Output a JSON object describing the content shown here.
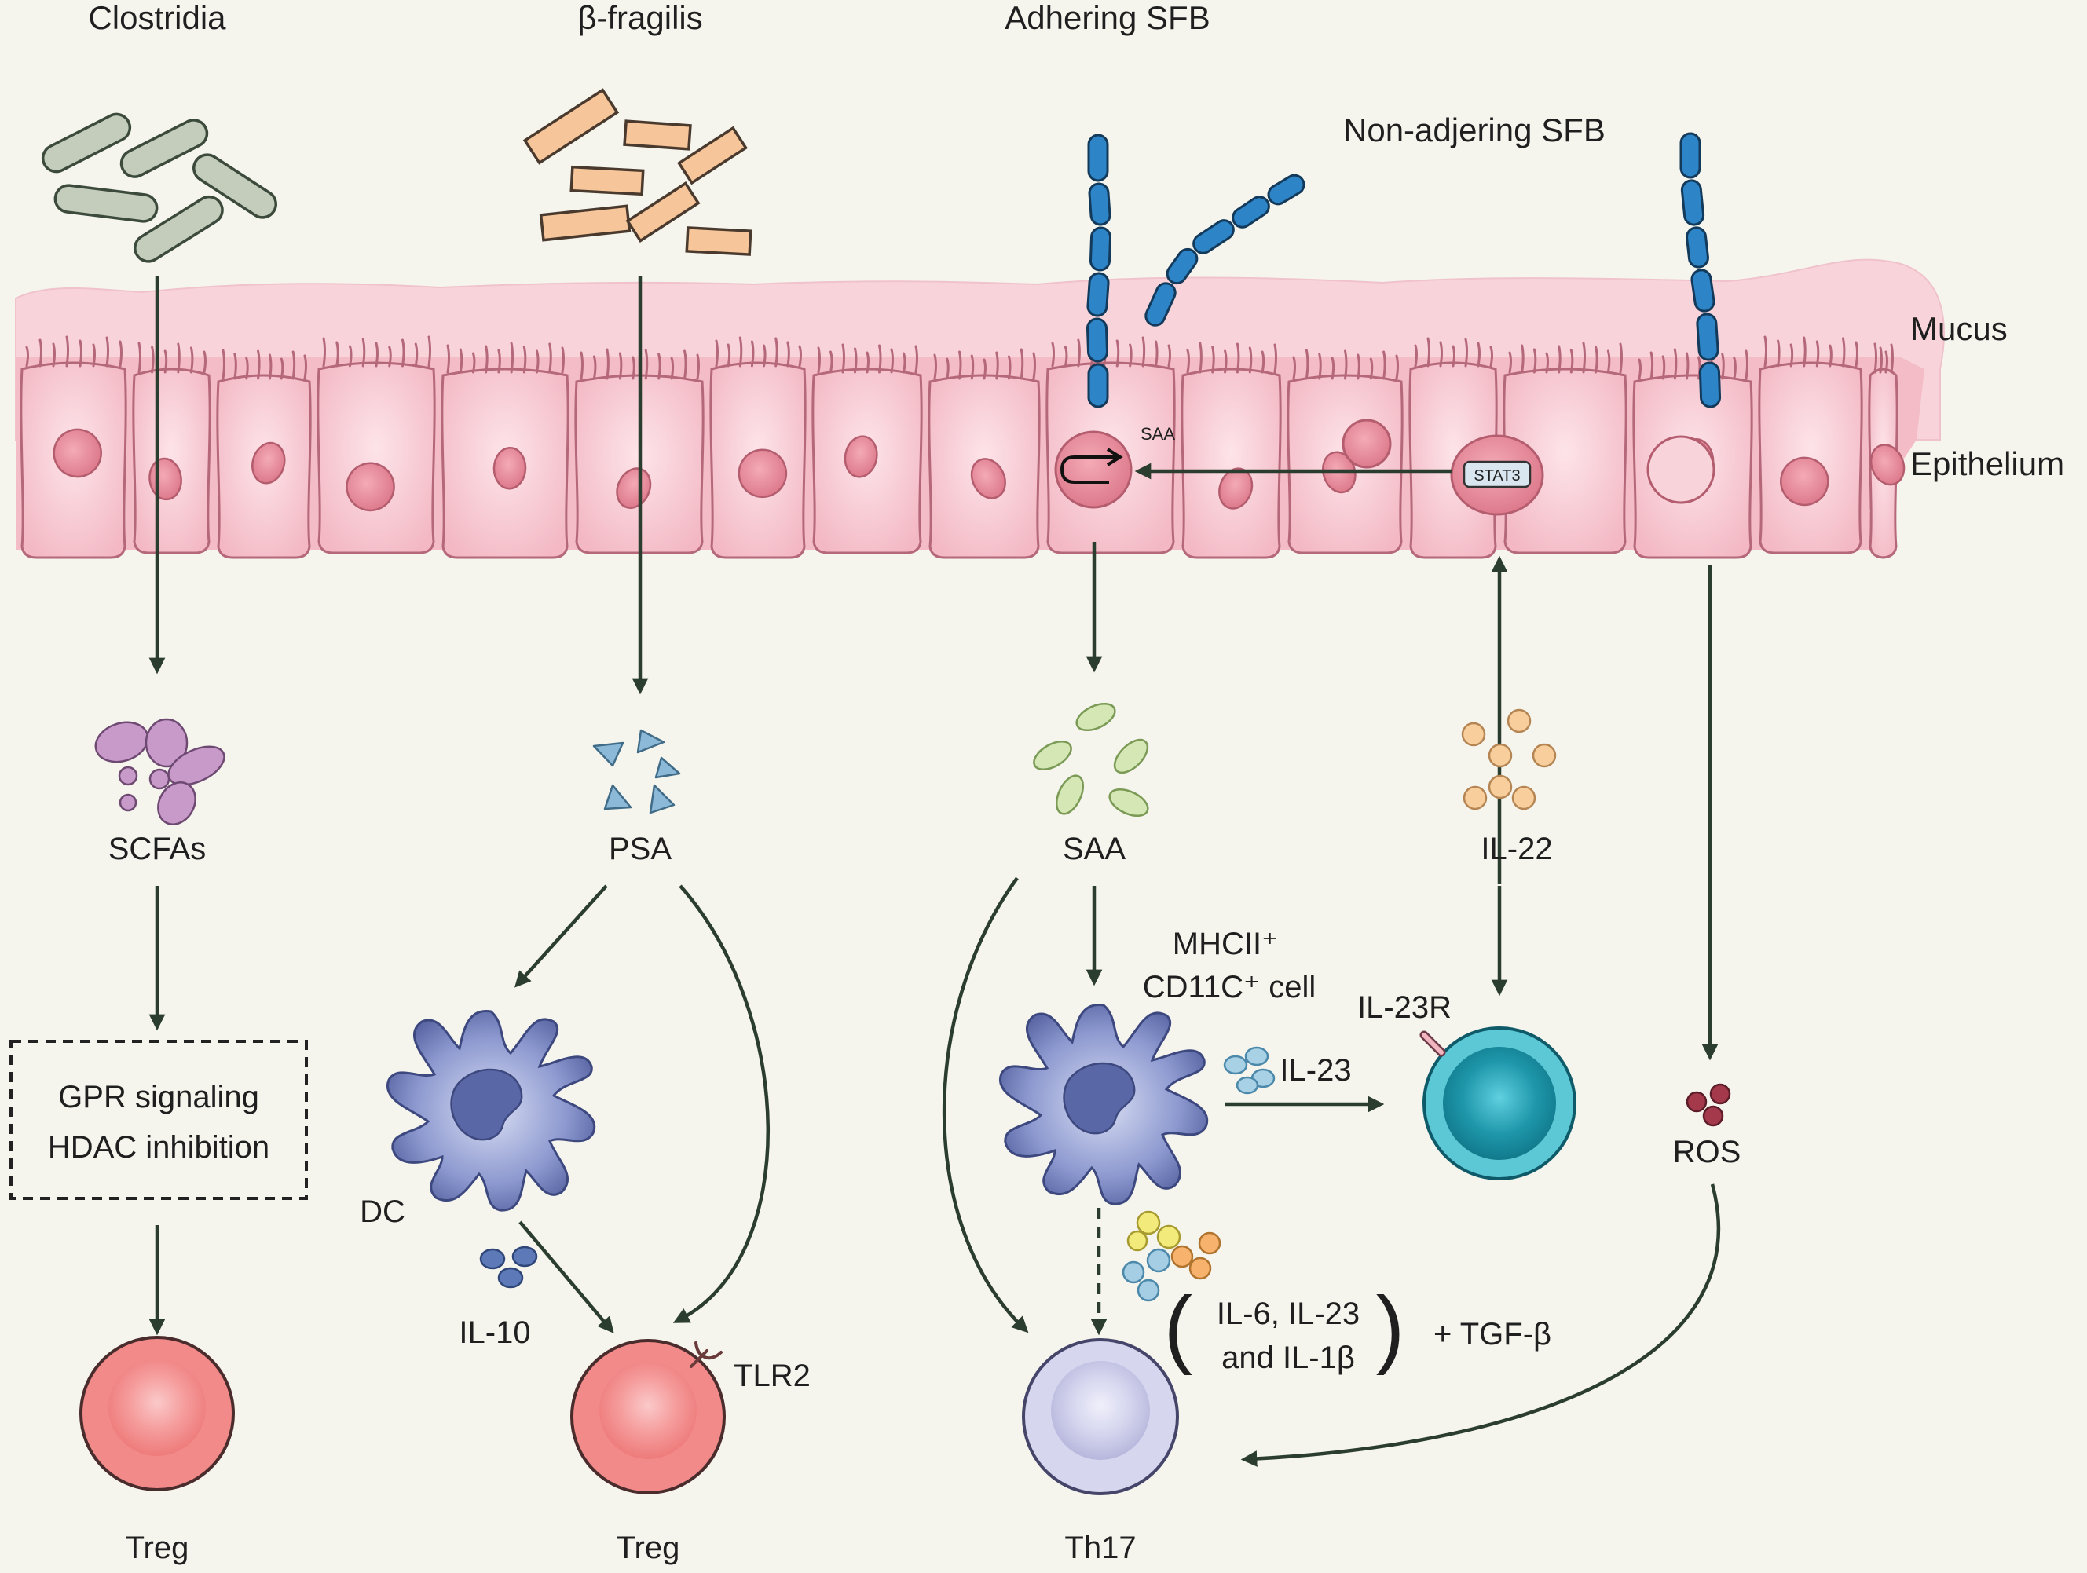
{
  "bacteria": {
    "clostridia": "Clostridia",
    "bfragilis": "β-fragilis",
    "adhering_sfb": "Adhering SFB",
    "non_adhering_sfb": "Non-adjering SFB"
  },
  "layers": {
    "mucus": "Mucus",
    "epithelium": "Epithelium"
  },
  "epithelial": {
    "saa_small": "SAA",
    "stat3": "STAT3"
  },
  "molecules": {
    "scfas": "SCFAs",
    "psa": "PSA",
    "saa": "SAA",
    "il22": "IL-22",
    "il10": "IL-10",
    "il23": "IL-23",
    "ros": "ROS",
    "cytokines_line1": "IL-6, IL-23",
    "cytokines_line2": "and IL-1β",
    "open_paren": "(",
    "close_paren": ")",
    "tgf": "+ TGF-β"
  },
  "mechanism": {
    "line1": "GPR signaling",
    "line2": "HDAC inhibition"
  },
  "cells": {
    "dc": "DC",
    "mhc_line1": "MHCII⁺",
    "mhc_line2": "CD11C⁺ cell",
    "il23r": "IL-23R",
    "tlr2": "TLR2",
    "treg1": "Treg",
    "treg2": "Treg",
    "th17": "Th17"
  },
  "colors": {
    "arrow": "#2b3d2f",
    "mucus": "#f7d3d9",
    "epithelium": "#f2b9c4",
    "nucleus": "#e48a9a",
    "treg": "#f08080",
    "th17": "#c8c8e6",
    "ilc": "#35a7b8",
    "dc": "#5865a5",
    "sfb": "#2d7fc1"
  }
}
